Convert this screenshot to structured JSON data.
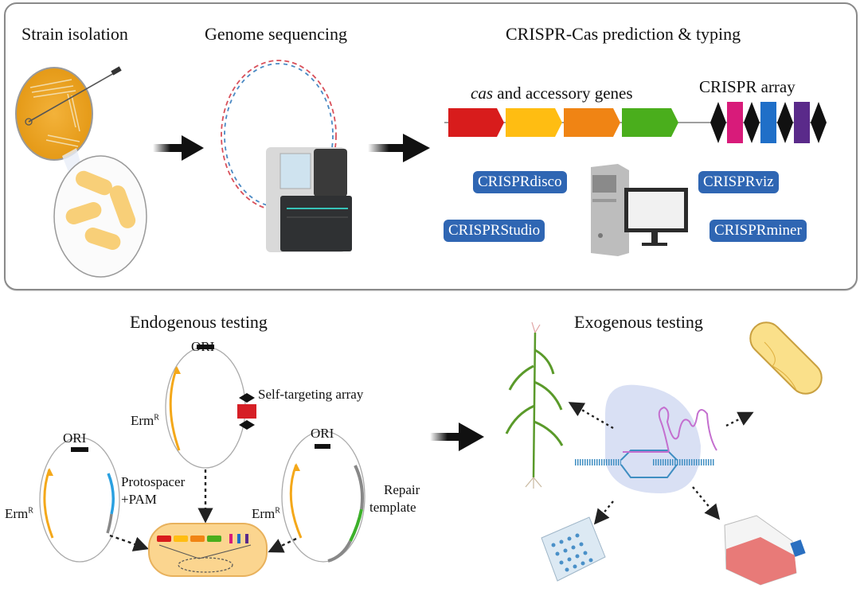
{
  "top_panel": {
    "steps": [
      {
        "title": "Strain isolation"
      },
      {
        "title": "Genome sequencing"
      },
      {
        "title": "CRISPR-Cas prediction & typing"
      }
    ],
    "cas_genes_label_italic": "cas",
    "cas_genes_label_rest": " and accessory genes",
    "crispr_array_label": "CRISPR array",
    "cas_gene_colors": [
      "#d81c1c",
      "#ffbd12",
      "#f08414",
      "#4aae1c"
    ],
    "spacer_colors": [
      "#d81b7a",
      "#1f6fc8",
      "#5a2a8a"
    ],
    "tools": [
      "CRISPRdisco",
      "CRISPRviz",
      "CRISPRStudio",
      "CRISPRminer"
    ]
  },
  "bottom_panel": {
    "endogenous_title": "Endogenous testing",
    "exogenous_title": "Exogenous testing",
    "plasmids": {
      "ori_label": "ORI",
      "erm_label": "Erm",
      "erm_sup": "R",
      "self_targeting_label": "Self-targeting array",
      "protospacer_label_1": "Protospacer",
      "protospacer_label_2": "+PAM",
      "repair_label_1": "Repair",
      "repair_label_2": "template"
    },
    "exogenous_targets": [
      "plant",
      "bacterium",
      "well-plate",
      "cell-culture-flask"
    ]
  }
}
